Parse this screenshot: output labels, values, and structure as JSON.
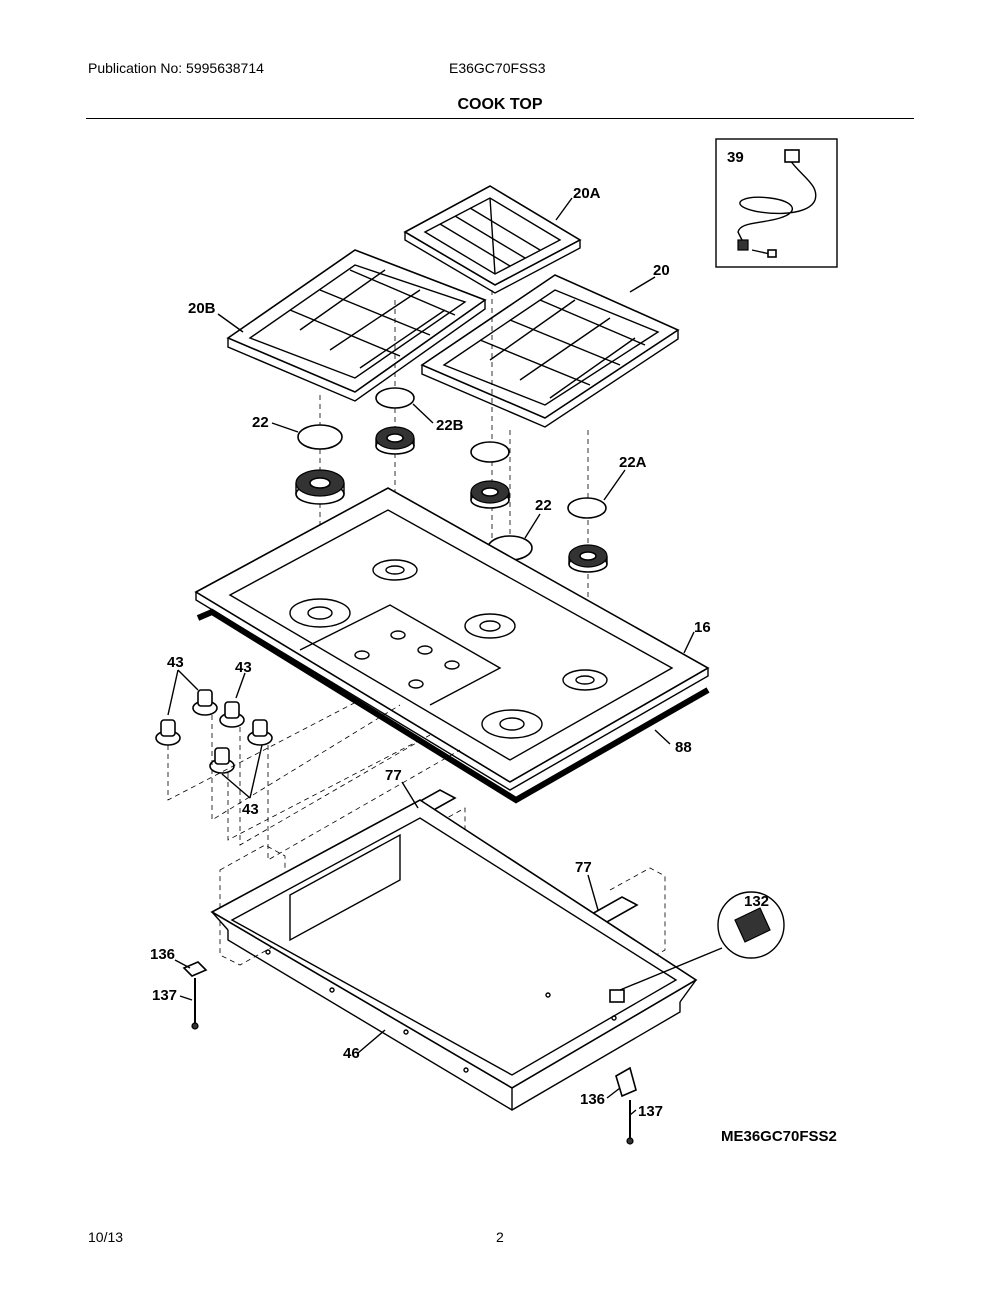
{
  "header": {
    "publication": "Publication No: 5995638714",
    "model": "E36GC70FSS3",
    "title": "COOK TOP"
  },
  "footer": {
    "date": "10/13",
    "page": "2"
  },
  "diagram_code": "ME36GC70FSS2",
  "callouts": {
    "c39": "39",
    "c20A": "20A",
    "c20": "20",
    "c20B": "20B",
    "c22a": "22",
    "c22B": "22B",
    "c22A": "22A",
    "c22b": "22",
    "c16": "16",
    "c43a": "43",
    "c43b": "43",
    "c43c": "43",
    "c88": "88",
    "c77a": "77",
    "c77b": "77",
    "c132": "132",
    "c136a": "136",
    "c137a": "137",
    "c46": "46",
    "c136b": "136",
    "c137b": "137"
  }
}
